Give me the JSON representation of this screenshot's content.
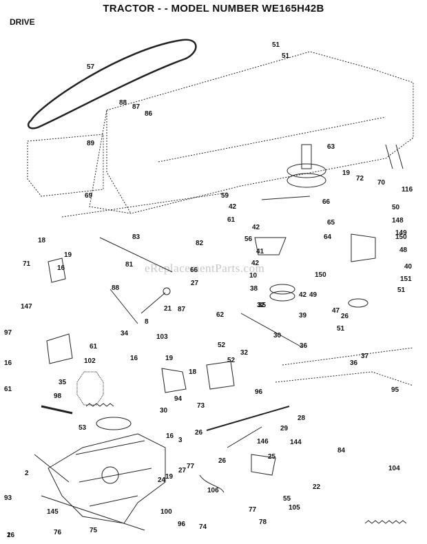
{
  "title": "TRACTOR - - MODEL NUMBER WE165H42B",
  "section": "DRIVE",
  "watermark": "eReplacementParts.com",
  "callouts": [
    "57",
    "51",
    "51",
    "88",
    "87",
    "86",
    "89",
    "63",
    "19",
    "72",
    "70",
    "116",
    "69",
    "59",
    "66",
    "42",
    "61",
    "50",
    "148",
    "65",
    "83",
    "82",
    "42",
    "56",
    "149",
    "150",
    "18",
    "19",
    "71",
    "16",
    "64",
    "41",
    "48",
    "81",
    "66",
    "42",
    "40",
    "150",
    "27",
    "88",
    "10",
    "87",
    "21",
    "38",
    "42",
    "151",
    "51",
    "49",
    "147",
    "47",
    "26",
    "51",
    "62",
    "35",
    "39",
    "8",
    "32",
    "30",
    "36",
    "34",
    "103",
    "97",
    "61",
    "52",
    "52",
    "32",
    "16",
    "102",
    "16",
    "19",
    "18",
    "37",
    "36",
    "35",
    "94",
    "73",
    "30",
    "61",
    "98",
    "96",
    "95",
    "28",
    "53",
    "26",
    "3",
    "29",
    "146",
    "144",
    "16",
    "84",
    "2",
    "27",
    "77",
    "19",
    "24",
    "25",
    "26",
    "104",
    "22",
    "55",
    "106",
    "105",
    "93",
    "100",
    "145",
    "77",
    "96",
    "78",
    "74",
    "76",
    "75",
    "26",
    "1"
  ],
  "icons": {
    "drawing": "exploded-parts-diagram"
  }
}
